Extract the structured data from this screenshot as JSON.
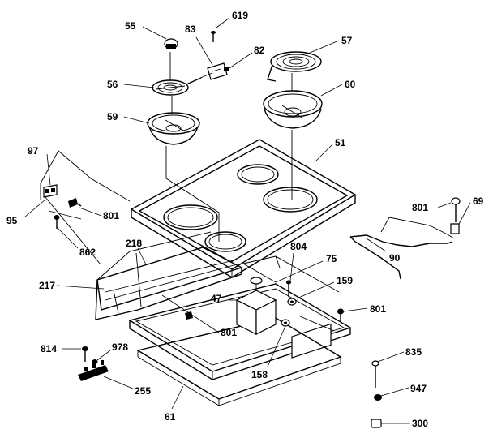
{
  "labels": {
    "p55": "55",
    "p83": "83",
    "p619": "619",
    "p82": "82",
    "p57": "57",
    "p56": "56",
    "p60": "60",
    "p59": "59",
    "p51": "51",
    "p97": "97",
    "p801a": "801",
    "p95": "95",
    "p862": "862",
    "p218": "218",
    "p801b": "801",
    "p69": "69",
    "p90": "90",
    "p804": "804",
    "p75": "75",
    "p217": "217",
    "p159": "159",
    "p47": "47",
    "p801c": "801",
    "p801d": "801",
    "p814": "814",
    "p978": "978",
    "p158": "158",
    "p835": "835",
    "p255": "255",
    "p947": "947",
    "p61": "61",
    "p300": "300"
  }
}
